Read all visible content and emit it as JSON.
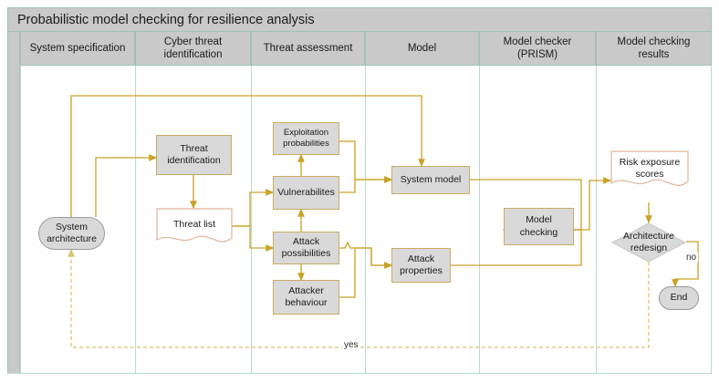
{
  "pool": {
    "title": "Probabilistic model checking for resilience analysis"
  },
  "lanes": [
    {
      "id": "system-specification",
      "label": "System specification"
    },
    {
      "id": "cyber-threat-identification",
      "label": "Cyber threat\nidentification"
    },
    {
      "id": "threat-assessment",
      "label": "Threat assessment"
    },
    {
      "id": "model",
      "label": "Model"
    },
    {
      "id": "model-checker",
      "label": "Model checker\n(PRISM)"
    },
    {
      "id": "model-checking-results",
      "label": "Model checking\nresults"
    }
  ],
  "nodes": {
    "system_architecture": "System\narchitecture",
    "threat_identification": "Threat\nidentification",
    "threat_list": "Threat list",
    "exploitation_probabilities": "Exploitation\nprobabilities",
    "vulnerabilites": "Vulnerabilites",
    "attack_possibilities": "Attack\npossibilities",
    "attacker_behaviour": "Attacker\nbehaviour",
    "system_model": "System model",
    "attack_properties": "Attack\nproperties",
    "model_checking": "Model\nchecking",
    "risk_exposure_scores": "Risk exposure\nscores",
    "architecture_redesign": "Architecture\nredesign",
    "end": "End"
  },
  "edge_labels": {
    "yes": "yes",
    "no": "no"
  },
  "colors": {
    "connector": "#c9a227",
    "connector_dashed": "#d8c46a",
    "process_fill": "#d9d9d9",
    "process_border": "#c9ab63",
    "document_border": "#e0b49a",
    "lane_header_fill": "#c9c9c9",
    "lane_border": "#9fc2b5",
    "lane_divider": "#bcd8cf",
    "terminator_border": "#9a9a9a",
    "page_background": "#ffffff"
  }
}
